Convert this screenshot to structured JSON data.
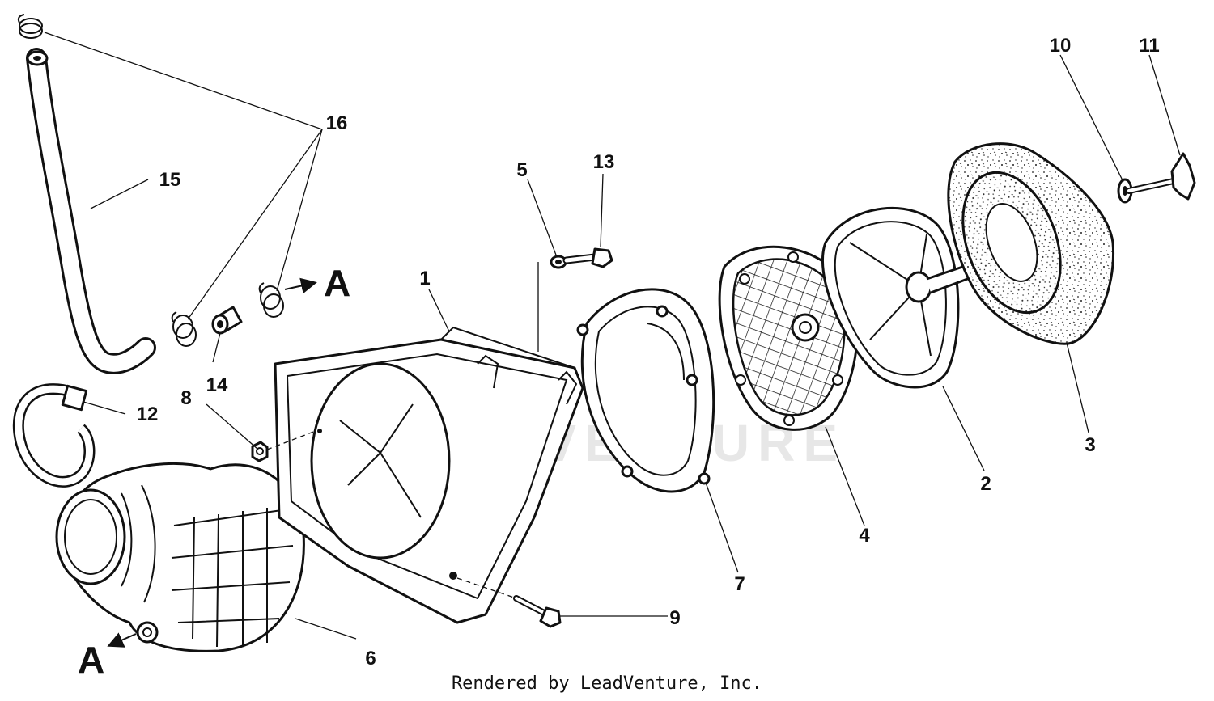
{
  "diagram": {
    "watermark": "LEADVENTURE",
    "footer_credit": "Rendered by LeadVenture, Inc.",
    "connection_marker": "A",
    "callouts": [
      {
        "id": "1",
        "label": "1"
      },
      {
        "id": "2",
        "label": "2"
      },
      {
        "id": "3",
        "label": "3"
      },
      {
        "id": "4",
        "label": "4"
      },
      {
        "id": "5",
        "label": "5"
      },
      {
        "id": "6",
        "label": "6"
      },
      {
        "id": "7",
        "label": "7"
      },
      {
        "id": "8",
        "label": "8"
      },
      {
        "id": "9",
        "label": "9"
      },
      {
        "id": "10",
        "label": "10"
      },
      {
        "id": "11",
        "label": "11"
      },
      {
        "id": "12",
        "label": "12"
      },
      {
        "id": "13",
        "label": "13"
      },
      {
        "id": "14",
        "label": "14"
      },
      {
        "id": "15",
        "label": "15"
      },
      {
        "id": "16",
        "label": "16"
      }
    ]
  }
}
